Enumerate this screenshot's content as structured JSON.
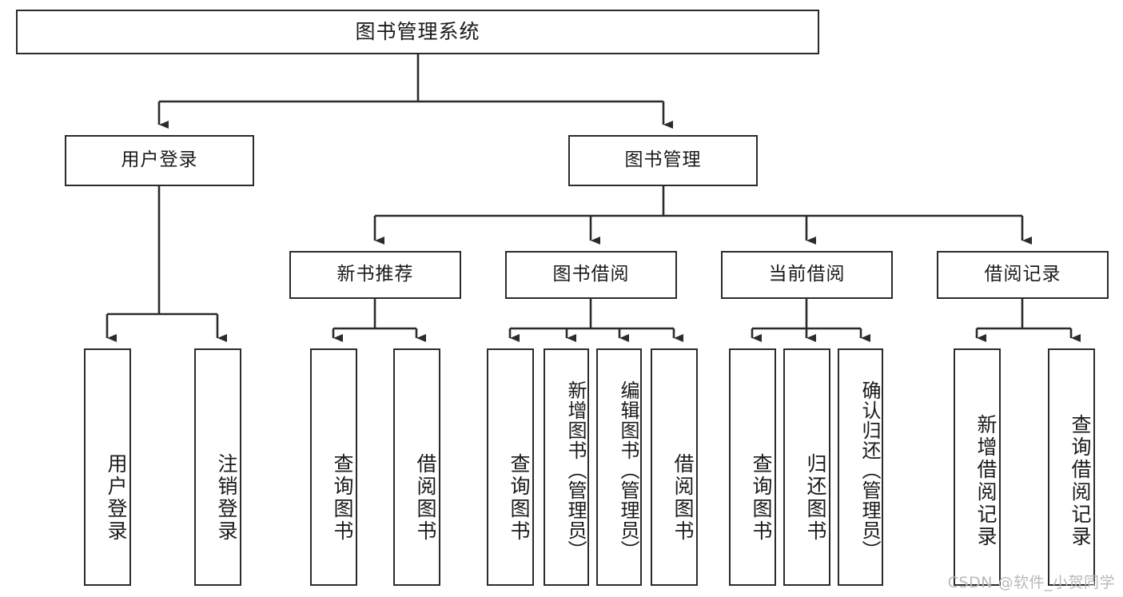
{
  "diagram": {
    "title": "图书管理系统",
    "type": "tree-hierarchy-diagram",
    "colors": {
      "box_border": "#2b2b2b",
      "box_fill": "#ffffff",
      "line": "#2b2b2b",
      "text": "#1a1a1a",
      "watermark": "#b9b9b9",
      "background": "#ffffff"
    },
    "root": {
      "label": "图书管理系统"
    },
    "level2": [
      {
        "label": "用户登录"
      },
      {
        "label": "图书管理"
      }
    ],
    "level3": [
      {
        "label": "新书推荐"
      },
      {
        "label": "图书借阅"
      },
      {
        "label": "当前借阅"
      },
      {
        "label": "借阅记录"
      }
    ],
    "leaves": {
      "user_login": [
        {
          "label": "用户登录"
        },
        {
          "label": "注销登录"
        }
      ],
      "new_book_recommend": [
        {
          "label": "查询图书"
        },
        {
          "label": "借阅图书"
        }
      ],
      "book_borrow": [
        {
          "label": "查询图书"
        },
        {
          "label": "新增图书（管理员）"
        },
        {
          "label": "编辑图书（管理员）"
        },
        {
          "label": "借阅图书"
        }
      ],
      "current_borrow": [
        {
          "label": "查询图书"
        },
        {
          "label": "归还图书"
        },
        {
          "label": "确认归还（管理员）"
        }
      ],
      "borrow_record": [
        {
          "label": "新增借阅记录"
        },
        {
          "label": "查询借阅记录"
        }
      ]
    },
    "watermark": "CSDN @软件_小贺同学"
  }
}
